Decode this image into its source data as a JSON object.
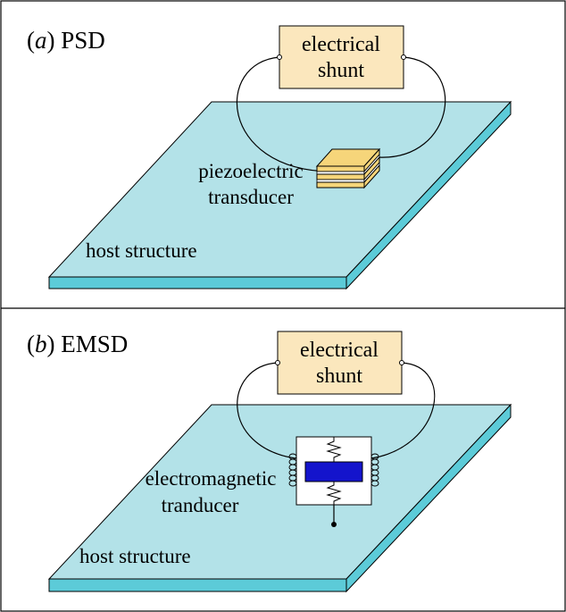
{
  "panels": [
    {
      "letter": "a",
      "name": " PSD",
      "shunt_line1": "electrical",
      "shunt_line2": "shunt",
      "transducer_line1": "piezoelectric",
      "transducer_line2": "transducer",
      "host_label": "host structure"
    },
    {
      "letter": "b",
      "name": " EMSD",
      "shunt_line1": "electrical",
      "shunt_line2": "shunt",
      "transducer_line1": "electromagnetic",
      "transducer_line2": "tranducer",
      "host_label": "host structure"
    }
  ],
  "colors": {
    "plate_top": "#b3e2e8",
    "plate_side": "#5ccbd8",
    "shunt_fill": "#fbe7bd",
    "piezo_layer": "#f6d57a",
    "magnet": "#1414cc"
  }
}
